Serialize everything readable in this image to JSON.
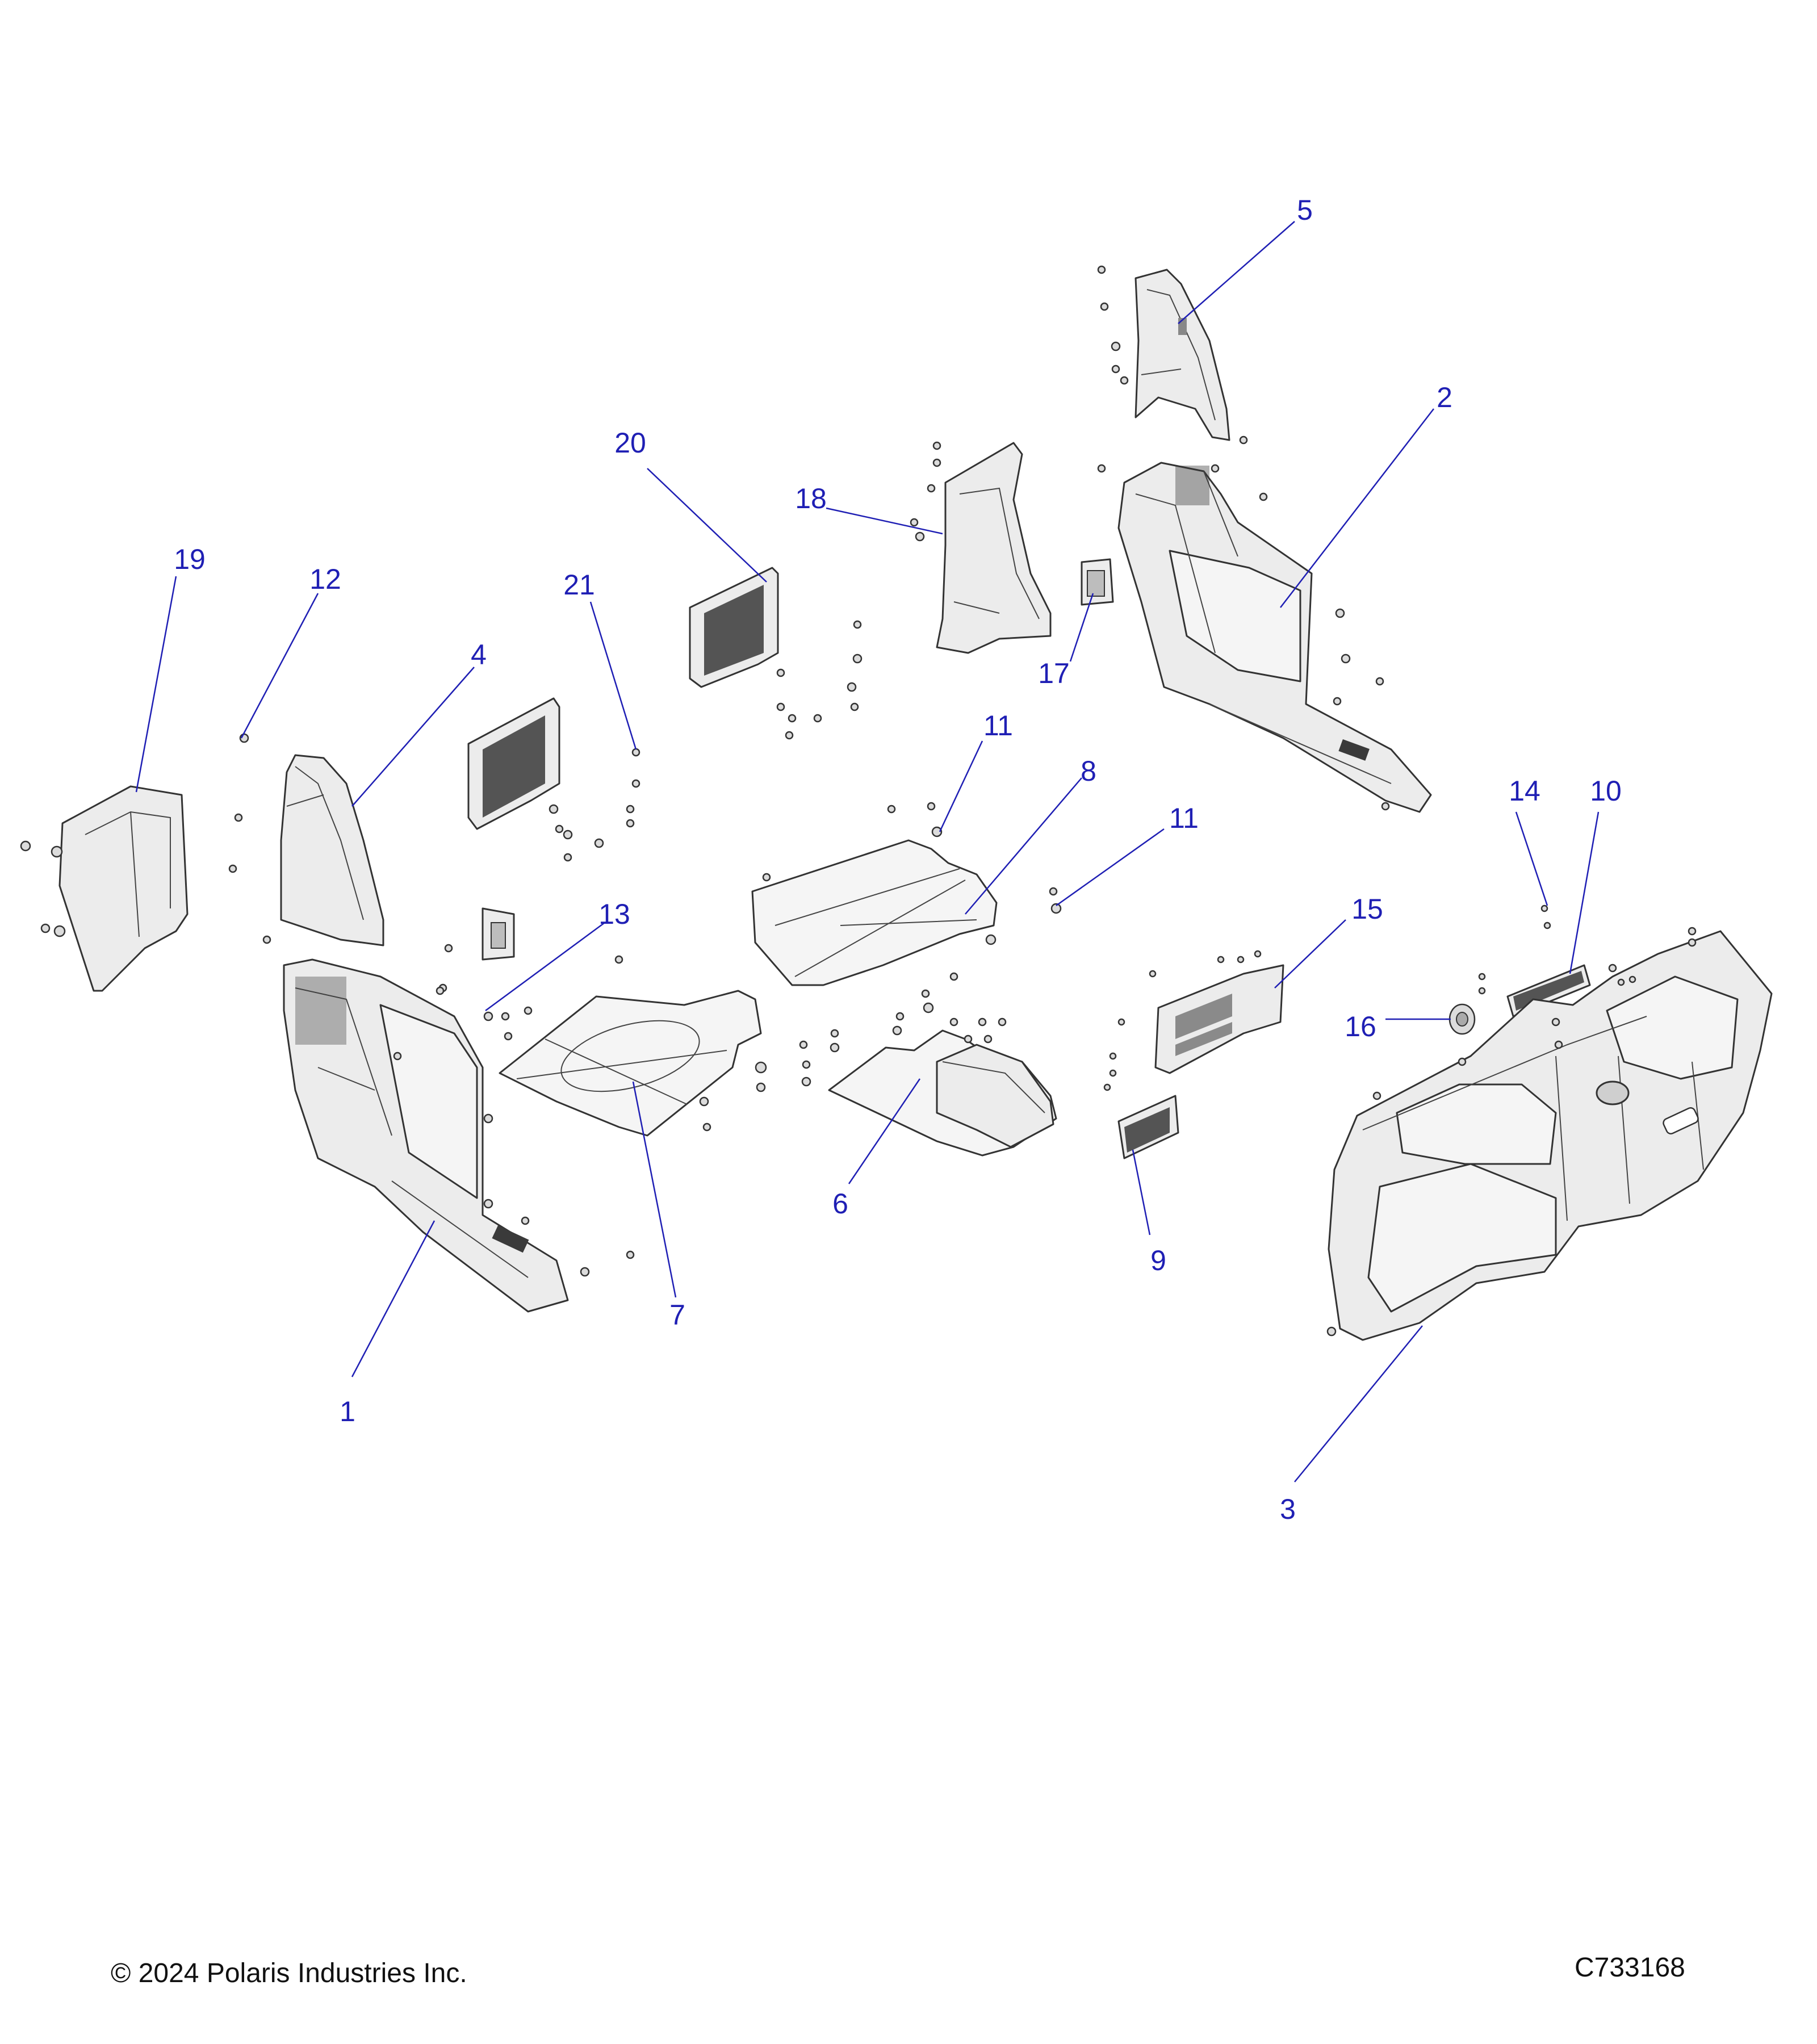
{
  "footer": {
    "copyright": "© 2024 Polaris Industries Inc.",
    "diagram_id": "C733168"
  },
  "callouts": [
    "1",
    "2",
    "3",
    "4",
    "5",
    "6",
    "7",
    "8",
    "9",
    "10",
    "11",
    "11",
    "12",
    "13",
    "14",
    "15",
    "16",
    "17",
    "18",
    "19",
    "20",
    "21"
  ],
  "colors": {
    "callout": "#1f1fb4",
    "line": "#333333",
    "part_fill": "#ececec"
  }
}
